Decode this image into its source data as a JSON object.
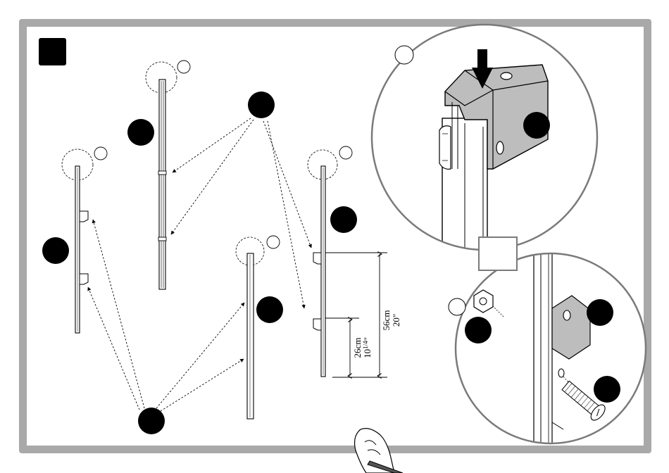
{
  "colors": {
    "frame_outer": "#a9a9a9",
    "frame_inner": "#ffffff",
    "ink": "#000000",
    "bracket_fill": "#bdbdbd",
    "step_badge": "#000000"
  },
  "icons": [
    "step-number-box",
    "part-callout-circle",
    "detail-ref-circle",
    "down-arrow-icon",
    "hand-icon",
    "nut-icon",
    "bolt-icon"
  ],
  "dimensions": {
    "upper": {
      "metric": "56cm",
      "imperial": "20\""
    },
    "lower": {
      "metric": "26cm",
      "imperial_whole": "10",
      "imperial_frac": "1/4",
      "imperial_unit": "\""
    }
  }
}
